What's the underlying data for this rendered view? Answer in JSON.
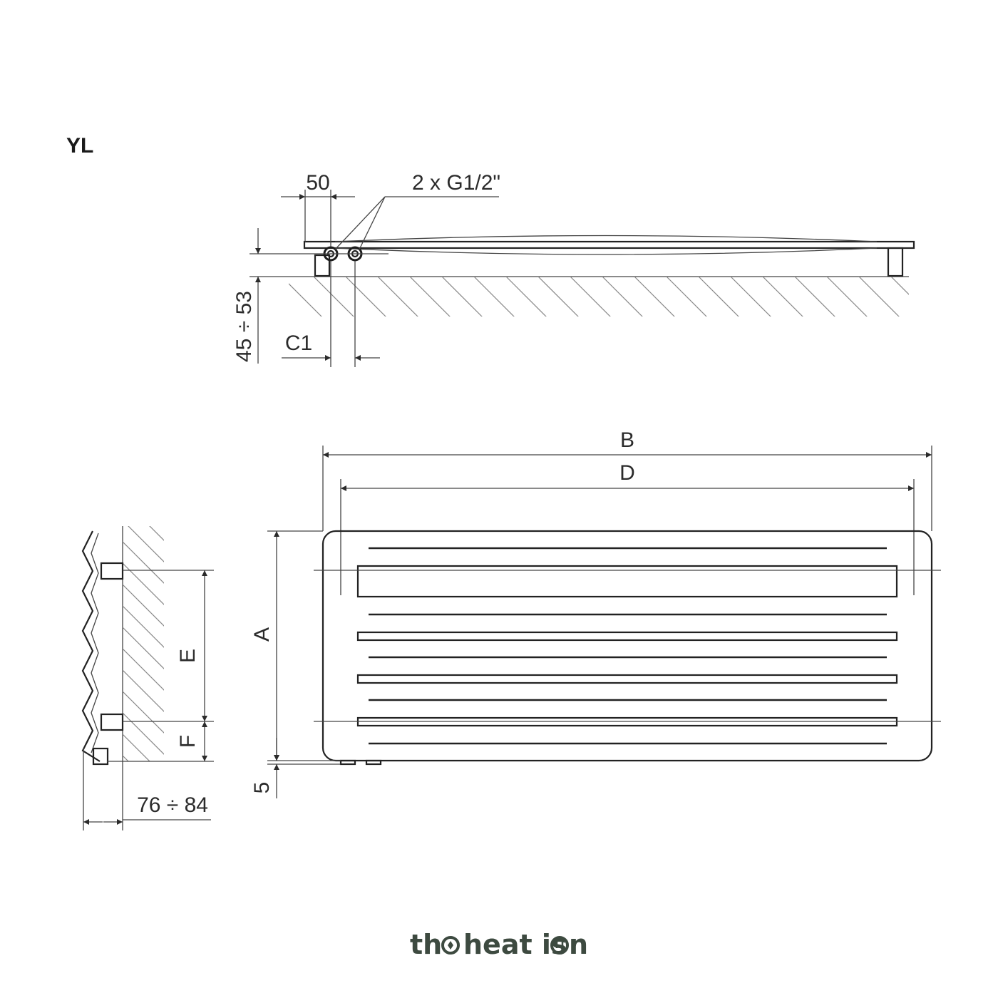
{
  "model_code": "YL",
  "labels": {
    "offset_50": "50",
    "connections": "2 x G1/2\"",
    "wall_distance": "45 ÷ 53",
    "c1": "C1",
    "width_b": "B",
    "width_d": "D",
    "height_a": "A",
    "spacing_e": "E",
    "spacing_f": "F",
    "bottom_5": "5",
    "depth": "76 ÷ 84"
  },
  "brand": {
    "text_part1": "th",
    "text_part2": "heat is",
    "text_part3": "n",
    "color": "#3d4a40"
  }
}
